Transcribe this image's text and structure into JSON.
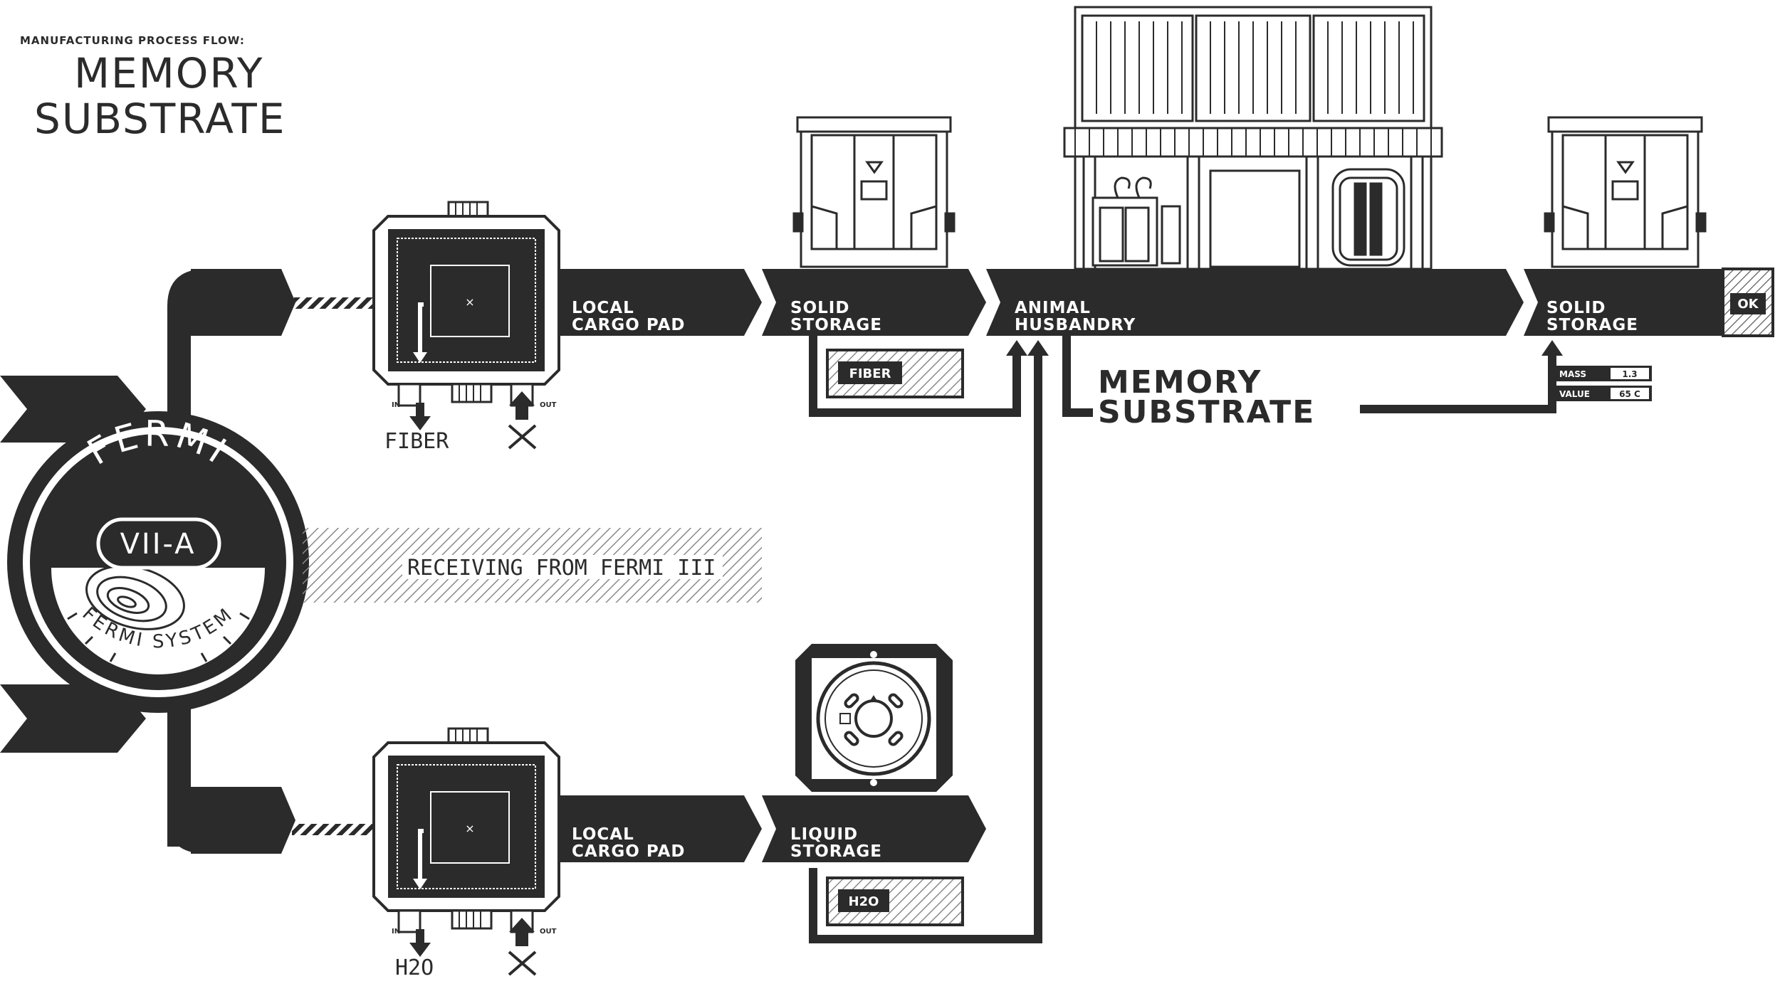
{
  "header": {
    "subtitle": "MANUFACTURING PROCESS FLOW:",
    "title_line1": "MEMORY",
    "title_line2": "SUBSTRATE"
  },
  "source": {
    "planet_name": "FERMI",
    "planet_id": "VII-A",
    "system": "FERMI SYSTEM"
  },
  "receiving": "RECEIVING FROM FERMI III",
  "top_row": {
    "pad_label_1": "LOCAL",
    "pad_label_2": "CARGO PAD",
    "pad_in": "IN",
    "pad_out": "OUT",
    "pad_input": "FIBER",
    "storage_label_1": "SOLID",
    "storage_label_2": "STORAGE",
    "storage_item": "FIBER",
    "husbandry_label_1": "ANIMAL",
    "husbandry_label_2": "HUSBANDRY",
    "product_1": "MEMORY",
    "product_2": "SUBSTRATE",
    "final_label_1": "SOLID",
    "final_label_2": "STORAGE",
    "status": "OK",
    "mass_label": "MASS",
    "mass_value": "1.3",
    "value_label": "VALUE",
    "value_value": "65 C"
  },
  "bottom_row": {
    "pad_label_1": "LOCAL",
    "pad_label_2": "CARGO PAD",
    "pad_in": "IN",
    "pad_out": "OUT",
    "pad_input": "H2O",
    "storage_label_1": "LIQUID",
    "storage_label_2": "STORAGE",
    "storage_item": "H2O"
  },
  "colors": {
    "ink": "#2b2b2b",
    "paper": "#ffffff",
    "hatch": "#8a8a8a"
  },
  "icons": [
    "cargo-pad-icon",
    "solid-storage-icon",
    "animal-husbandry-building-icon",
    "liquid-storage-icon",
    "planet-badge-icon",
    "x-mark-icon"
  ]
}
